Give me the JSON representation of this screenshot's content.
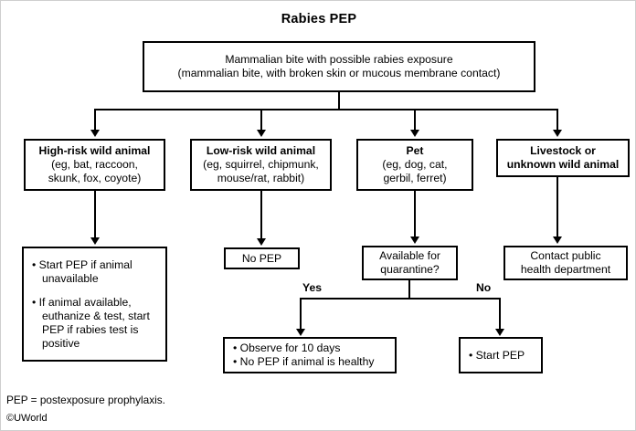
{
  "figure": {
    "title": "Rabies PEP",
    "footnote": "PEP = postexposure prophylaxis.",
    "copyright": "©UWorld",
    "line_color": "#000000",
    "background_color": "#ffffff"
  },
  "nodes": {
    "root": {
      "line1": "Mammalian bite with possible rabies exposure",
      "line2": "(mammalian bite, with broken skin or mucous membrane contact)"
    },
    "high_risk": {
      "heading": "High-risk wild animal",
      "line2": "(eg, bat, raccoon,",
      "line3": "skunk, fox, coyote)"
    },
    "low_risk": {
      "heading": "Low-risk wild animal",
      "line2": "(eg, squirrel, chipmunk,",
      "line3": "mouse/rat, rabbit)"
    },
    "pet": {
      "heading": "Pet",
      "line2": "(eg, dog, cat,",
      "line3": "gerbil, ferret)"
    },
    "livestock": {
      "line1": "Livestock or",
      "line2": "unknown wild animal"
    },
    "high_risk_action": {
      "bullet1_line1": "Start PEP if animal",
      "bullet1_line2": "unavailable",
      "bullet2_line1": "If animal available,",
      "bullet2_line2": "euthanize & test, start",
      "bullet2_line3": "PEP if rabies test is",
      "bullet2_line4": "positive"
    },
    "no_pep": {
      "line1": "No PEP"
    },
    "quarantine": {
      "line1": "Available for",
      "line2": "quarantine?"
    },
    "contact_health": {
      "line1": "Contact  public",
      "line2": "health department"
    },
    "observe": {
      "bullet1": "Observe for 10 days",
      "bullet2": "No PEP if animal is healthy"
    },
    "start_pep": {
      "bullet1": "Start PEP"
    }
  },
  "branch_labels": {
    "yes": "Yes",
    "no": "No"
  },
  "bullet_glyph": "•"
}
